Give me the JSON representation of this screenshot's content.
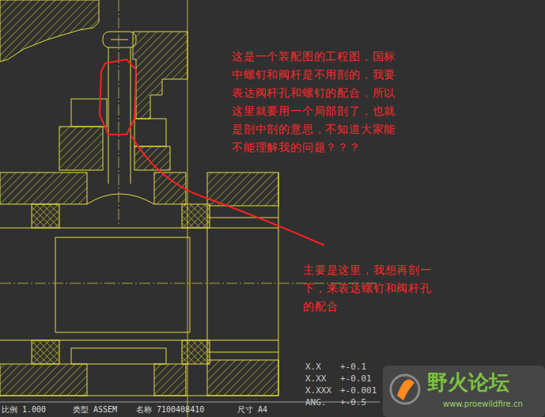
{
  "diagram": {
    "labels": [
      "这是一个装配图的工程图，国标 中螺钉和阀杆是不用剖的，我要 表达阀杆孔和螺钉的配合，所以 这里就要用一个局部剖了，也就 是剖中剖的意思，不知道大家能 不能理解我的问题？？？",
      "主要是这里，我想再剖一 下，来表达螺钉和阀杆孔 的配合",
      "比例",
      "1.000",
      "类型",
      "ASSEM",
      "名称",
      "7100408410",
      "尺寸",
      "A4",
      "X.X",
      "+-0.1",
      "X.XX",
      "+-0.01",
      "X.XXX",
      "+-0.001",
      "ANG.",
      "+-0.5",
      "野火论坛",
      "www.proewildfire.cn"
    ]
  }
}
